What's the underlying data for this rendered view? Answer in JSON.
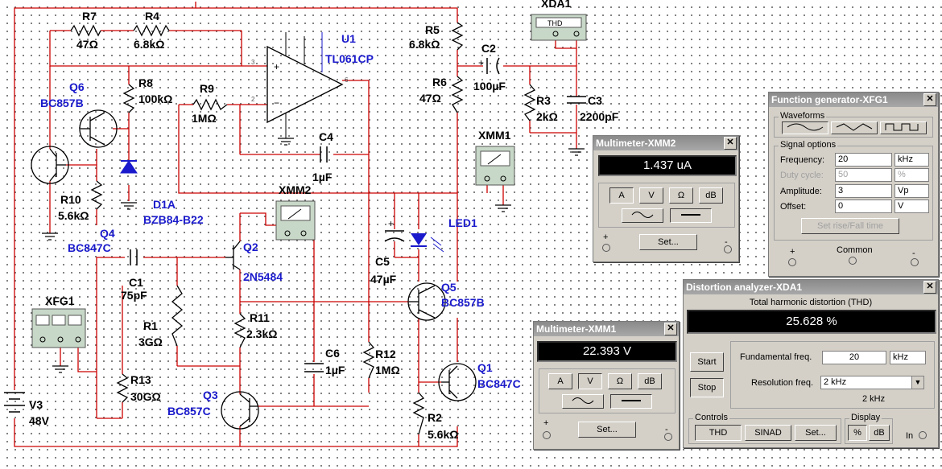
{
  "components": {
    "r7": {
      "ref": "R7",
      "val": "47Ω"
    },
    "r4": {
      "ref": "R4",
      "val": "6.8kΩ"
    },
    "r5": {
      "ref": "R5",
      "val": "6.8kΩ"
    },
    "r6": {
      "ref": "R6",
      "val": "47Ω"
    },
    "r8": {
      "ref": "R8",
      "val": "100kΩ"
    },
    "r9": {
      "ref": "R9",
      "val": "1MΩ"
    },
    "r10": {
      "ref": "R10",
      "val": "5.6kΩ"
    },
    "r3": {
      "ref": "R3",
      "val": "2kΩ"
    },
    "r1": {
      "ref": "R1",
      "val": "3GΩ"
    },
    "r11": {
      "ref": "R11",
      "val": "2.3kΩ"
    },
    "r12": {
      "ref": "R12",
      "val": "1MΩ"
    },
    "r13": {
      "ref": "R13",
      "val": "30GΩ"
    },
    "r2": {
      "ref": "R2",
      "val": "5.6kΩ"
    },
    "c1": {
      "ref": "C1",
      "val": "75pF"
    },
    "c2": {
      "ref": "C2",
      "val": "100µF"
    },
    "c3": {
      "ref": "C3",
      "val": "2200pF"
    },
    "c4": {
      "ref": "C4",
      "val": "1µF"
    },
    "c5": {
      "ref": "C5",
      "val": "47µF"
    },
    "c6": {
      "ref": "C6",
      "val": "1µF"
    },
    "u1": {
      "ref": "U1",
      "val": "TL061CP"
    },
    "q6": {
      "ref": "Q6",
      "val": "BC857B"
    },
    "q4": {
      "ref": "Q4",
      "val": "BC847C"
    },
    "q2": {
      "ref": "Q2",
      "val": "2N5484"
    },
    "q5": {
      "ref": "Q5",
      "val": "BC857B"
    },
    "q3": {
      "ref": "Q3",
      "val": "BC857C"
    },
    "q1": {
      "ref": "Q1",
      "val": "BC847C"
    },
    "d1": {
      "ref": "D1A",
      "val": "BZB84-B22"
    },
    "led": {
      "ref": "LED1"
    },
    "v3": {
      "ref": "V3",
      "val": "48V"
    },
    "xfg1": {
      "ref": "XFG1"
    },
    "xmm1": {
      "ref": "XMM1"
    },
    "xmm2": {
      "ref": "XMM2"
    },
    "xda1": {
      "ref": "XDA1",
      "box": "THD"
    }
  },
  "opamp_pins": {
    "p3": "3",
    "p2": "2",
    "p6": "6"
  },
  "mm2": {
    "title": "Multimeter-XMM2",
    "reading": "1.437 uA",
    "buttons": [
      "A",
      "V",
      "Ω",
      "dB"
    ],
    "set": "Set...",
    "plus": "+",
    "minus": "-"
  },
  "mm1": {
    "title": "Multimeter-XMM1",
    "reading": "22.393 V",
    "buttons": [
      "A",
      "V",
      "Ω",
      "dB"
    ],
    "set": "Set...",
    "plus": "+",
    "minus": "-"
  },
  "fg": {
    "title": "Function generator-XFG1",
    "waveforms_label": "Waveforms",
    "signal_options_label": "Signal options",
    "fields": [
      {
        "label": "Frequency:",
        "value": "20",
        "unit": "kHz"
      },
      {
        "label": "Duty cycle:",
        "value": "50",
        "unit": "%"
      },
      {
        "label": "Amplitude:",
        "value": "3",
        "unit": "Vp"
      },
      {
        "label": "Offset:",
        "value": "0",
        "unit": "V"
      }
    ],
    "rise_fall": "Set rise/Fall time",
    "plus": "+",
    "common": "Common",
    "minus": "-"
  },
  "da": {
    "title": "Distortion analyzer-XDA1",
    "thd_label": "Total harmonic distortion (THD)",
    "reading": "25.628 %",
    "start": "Start",
    "stop": "Stop",
    "fund_label": "Fundamental freq.",
    "fund_value": "20",
    "fund_unit": "kHz",
    "res_label": "Resolution freq.",
    "res_value": "2 kHz",
    "res_readout": "2 kHz",
    "controls_label": "Controls",
    "thd_btn": "THD",
    "sinad_btn": "SINAD",
    "set_btn": "Set...",
    "display_label": "Display",
    "pct_btn": "%",
    "db_btn": "dB",
    "in_label": "In"
  },
  "colors": {
    "wire": "#cc0000",
    "label": "#1a1acc",
    "window": "#d4d0c8",
    "display": "#000000"
  }
}
